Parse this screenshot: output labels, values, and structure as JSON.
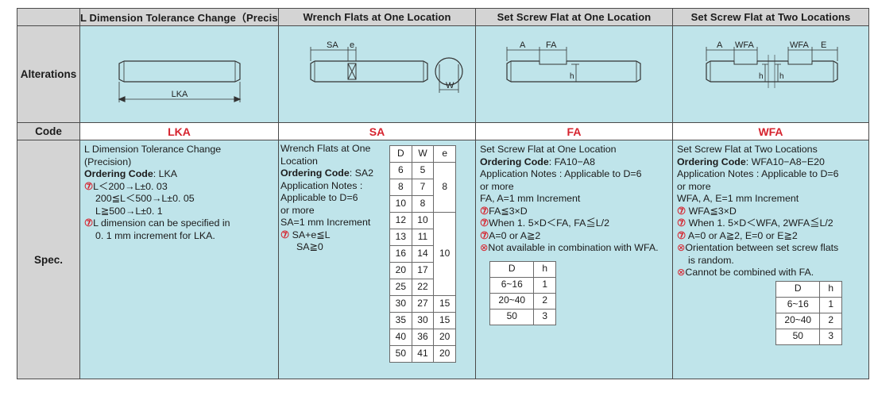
{
  "headers": {
    "col1": "L Dimension Tolerance Change（Precision）",
    "col2": "Wrench Flats at One Location",
    "col3": "Set Screw Flat at One Location",
    "col4": "Set Screw Flat at Two Locations"
  },
  "row_labels": {
    "alterations": "Alterations",
    "code": "Code",
    "spec": "Spec."
  },
  "drawing_labels": {
    "lka": "LKA",
    "sa": "SA",
    "e": "e",
    "w": "W",
    "fa_a": "A",
    "fa": "FA",
    "fa_h": "h",
    "wfa_a": "A",
    "wfa1": "WFA",
    "wfa2": "WFA",
    "wfa_e": "E",
    "wfa_h1": "h",
    "wfa_h2": "h"
  },
  "codes": {
    "lka": "LKA",
    "sa": "SA",
    "fa": "FA",
    "wfa": "WFA"
  },
  "spec_lka": {
    "line1": "L Dimension Tolerance Change",
    "line2": "(Precision)",
    "ordering_label": "Ordering Code",
    "ordering_value": ": LKA",
    "tol1": "L＜200→L±0. 03",
    "tol2": "200≦L＜500→L±0. 05",
    "tol3": "L≧500→L±0. 1",
    "note1": "L dimension can be specified in",
    "note2": "0. 1 mm  increment for LKA."
  },
  "spec_sa": {
    "line1": "Wrench Flats at One",
    "line2": "Location",
    "ordering_label": "Ordering Code",
    "ordering_value": ": SA2",
    "app1": "Application Notes :",
    "app2": "Applicable to D=6",
    "app3": "or more",
    "inc": "SA=1 mm Increment",
    "cond1": "SA+e≦L",
    "cond2": "SA≧0",
    "table_head": [
      "D",
      "W",
      "e"
    ],
    "table_rows": [
      [
        "6",
        "5"
      ],
      [
        "8",
        "7"
      ],
      [
        "10",
        "8"
      ],
      [
        "12",
        "10"
      ],
      [
        "13",
        "11"
      ],
      [
        "16",
        "14"
      ],
      [
        "20",
        "17"
      ],
      [
        "25",
        "22"
      ],
      [
        "30",
        "27"
      ],
      [
        "35",
        "30"
      ],
      [
        "40",
        "36"
      ],
      [
        "50",
        "41"
      ]
    ],
    "e_values": [
      "8",
      "10",
      "15",
      "15",
      "20",
      "20"
    ]
  },
  "spec_fa": {
    "line1": "Set Screw Flat at One Location",
    "ordering_label": "Ordering Code",
    "ordering_value": ": FA10−A8",
    "app1": "Application Notes : Applicable to D=6",
    "app2": "or more",
    "inc": "FA, A=1 mm Increment",
    "c1": "FA≦3×D",
    "c2": "When 1. 5×D＜FA, FA≦L/2",
    "c3": "A=0 or A≧2",
    "c4": "Not available in combination with WFA.",
    "table_head": [
      "D",
      "h"
    ],
    "table_rows": [
      [
        "6~16",
        "1"
      ],
      [
        "20~40",
        "2"
      ],
      [
        "50",
        "3"
      ]
    ]
  },
  "spec_wfa": {
    "line1": "Set Screw Flat at Two Locations",
    "ordering_label": "Ordering Code",
    "ordering_value": ": WFA10−A8−E20",
    "app1": "Application Notes : Applicable to D=6",
    "app2": "or more",
    "inc": "WFA, A, E=1 mm Increment",
    "c1": "WFA≦3×D",
    "c2": "When 1. 5×D＜WFA, 2WFA≦L/2",
    "c3": "A=0 or A≧2, E=0 or E≧2",
    "c4a": "Orientation between set screw flats",
    "c4b": "is random.",
    "c5": "Cannot be combined with FA.",
    "table_head": [
      "D",
      "h"
    ],
    "table_rows": [
      [
        "6~16",
        "1"
      ],
      [
        "20~40",
        "2"
      ],
      [
        "50",
        "3"
      ]
    ]
  },
  "glyphs": {
    "caution": "⑦",
    "prohibit": "⊗"
  },
  "colors": {
    "cell_bg": "#bfe4ea",
    "header_bg": "#d4d4d4",
    "code_red": "#d6232e"
  }
}
